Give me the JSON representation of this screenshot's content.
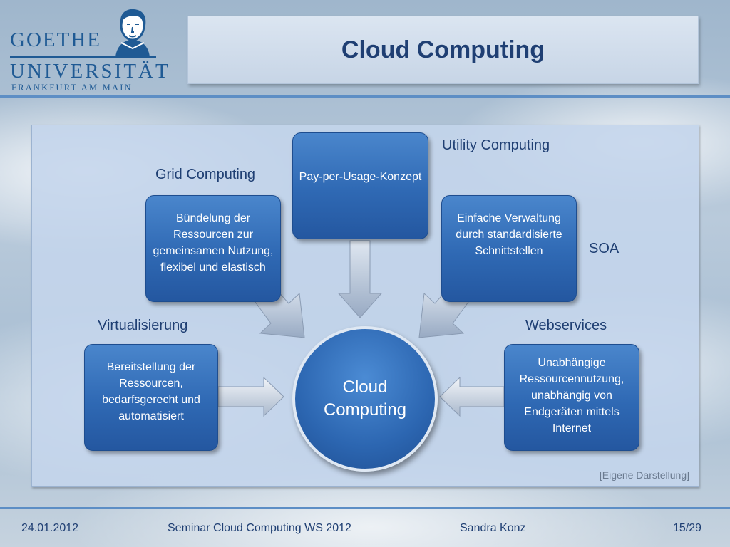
{
  "header": {
    "logo": {
      "line1": "GOETHE",
      "line2": "UNIVERSITÄT",
      "line3": "FRANKFURT AM MAIN"
    },
    "title": "Cloud Computing"
  },
  "diagram": {
    "center": "Cloud Computing",
    "nodes": {
      "grid": "Bündelung der Ressourcen zur gemeinsamen Nutzung, flexibel und elastisch",
      "utility": "Pay-per-Usage-Konzept",
      "soa": "Einfache Verwaltung durch standardisierte Schnittstellen",
      "virtualisierung": "Bereitstellung der Ressourcen, bedarfsgerecht und automatisiert",
      "webservices": "Unabhängige Ressourcennutzung, unabhängig von Endgeräten mittels Internet"
    },
    "labels": {
      "grid": "Grid Computing",
      "utility": "Utility Computing",
      "soa": "SOA",
      "virtualisierung": "Virtualisierung",
      "webservices": "Webservices"
    },
    "source": "[Eigene Darstellung]"
  },
  "footer": {
    "date": "24.01.2012",
    "seminar": "Seminar Cloud Computing WS 2012",
    "author": "Sandra Konz",
    "page": "15/29"
  },
  "colors": {
    "accent": "#5d8ec5",
    "node": "#2f69b4",
    "title": "#1f3f73"
  }
}
